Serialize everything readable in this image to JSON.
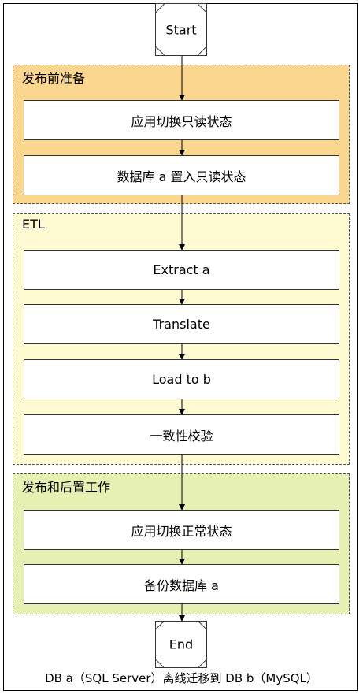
{
  "diagram": {
    "start_label": "Start",
    "end_label": "End",
    "caption": "DB a（SQL Server）离线迁移到 DB b（MySQL）",
    "sections": [
      {
        "title": "发布前准备",
        "fill": "#fad68f",
        "steps": [
          "应用切换只读状态",
          "数据库 a 置入只读状态"
        ]
      },
      {
        "title": "ETL",
        "fill": "#fefbd3",
        "steps": [
          "Extract a",
          "Translate",
          "Load to b",
          "一致性校验"
        ]
      },
      {
        "title": "发布和后置工作",
        "fill": "#e6f0b3",
        "steps": [
          "应用切换正常状态",
          "备份数据库 a"
        ]
      }
    ]
  }
}
